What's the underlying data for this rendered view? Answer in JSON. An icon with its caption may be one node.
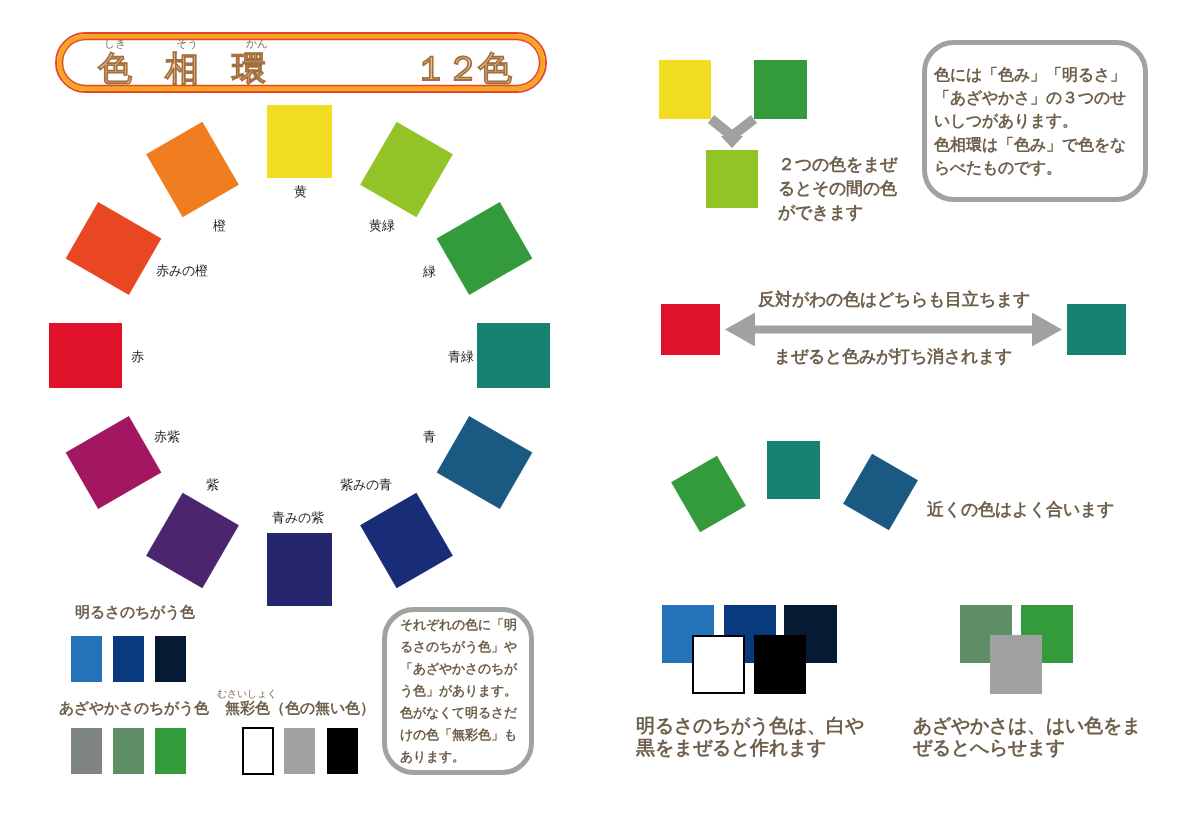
{
  "diagram": {
    "title": "色相環 １２色",
    "nodes": [
      {
        "text": [],
        "shape": "box",
        "beside": [
          "黄"
        ]
      },
      {
        "text": [],
        "shape": "box",
        "beside": [
          "黄緑"
        ]
      },
      {
        "text": [],
        "shape": "box",
        "beside": [
          "緑"
        ]
      },
      {
        "text": [],
        "shape": "box",
        "beside": [
          "青緑"
        ]
      },
      {
        "text": [],
        "shape": "box",
        "beside": [
          "青"
        ]
      },
      {
        "text": [],
        "shape": "box",
        "beside": [
          "紫みの青"
        ]
      },
      {
        "text": [],
        "shape": "box",
        "beside": [
          "青みの紫"
        ]
      },
      {
        "text": [],
        "shape": "box",
        "beside": [
          "紫"
        ]
      },
      {
        "text": [],
        "shape": "box",
        "beside": [
          "赤紫"
        ]
      },
      {
        "text": [],
        "shape": "box",
        "beside": [
          "赤"
        ]
      },
      {
        "text": [],
        "shape": "box",
        "beside": [
          "赤みの橙"
        ]
      },
      {
        "text": [],
        "shape": "box",
        "beside": [
          "橙"
        ]
      },
      {
        "text": [],
        "shape": "box"
      },
      {
        "text": [],
        "shape": "box"
      },
      {
        "text": [],
        "shape": "box"
      },
      {
        "text": [],
        "shape": "box"
      },
      {
        "text": [],
        "shape": "box"
      },
      {
        "text": [],
        "shape": "box"
      },
      {
        "text": [],
        "shape": "box"
      },
      {
        "text": [],
        "shape": "box"
      },
      {
        "text": [],
        "shape": "box"
      },
      {
        "text": [
          "それぞれの色に「明るさのちがう色」や「あざやかさのちがう色」があります。色がなくて明るさだけの色「無彩色」もあります。"
        ]
      },
      {
        "text": [],
        "shape": "box"
      },
      {
        "text": [],
        "shape": "box"
      },
      {
        "text": [],
        "shape": "box"
      },
      {
        "text": [
          "色には「色み」「明るさ」「あざやかさ」の３つのせいしつがあります。",
          "色相環は「色み」で色をならべたものです。"
        ]
      },
      {
        "text": [],
        "shape": "box"
      },
      {
        "text": [],
        "shape": "box"
      },
      {
        "text": [],
        "shape": "box"
      },
      {
        "text": [],
        "shape": "box"
      },
      {
        "text": [],
        "shape": "box"
      },
      {
        "text": [],
        "shape": "picture"
      },
      {
        "text": [],
        "shape": "picture"
      }
    ],
    "edges": [
      {
        "from": 22,
        "to": 24,
        "arrow": "to"
      },
      {
        "from": 23,
        "to": 24,
        "arrow": "to"
      },
      {
        "from": 26,
        "to": 27,
        "arrow": "both",
        "label": "反対がわの色はどちらも目立ちます"
      }
    ],
    "labels": [
      "しき",
      "そう",
      "かん",
      "明るさのちがう色",
      "あざやかさのちがう色",
      "むさいしょく",
      "無彩色（色の無い色）",
      "２つの色をまぜるとその間の色ができます",
      "まぜると色みが打ち消されます",
      "近くの色はよく合います",
      "明るさのちがう色は、白や黒をまぜると作れます",
      "あざやかさは、はい色をまぜるとへらせます"
    ]
  }
}
